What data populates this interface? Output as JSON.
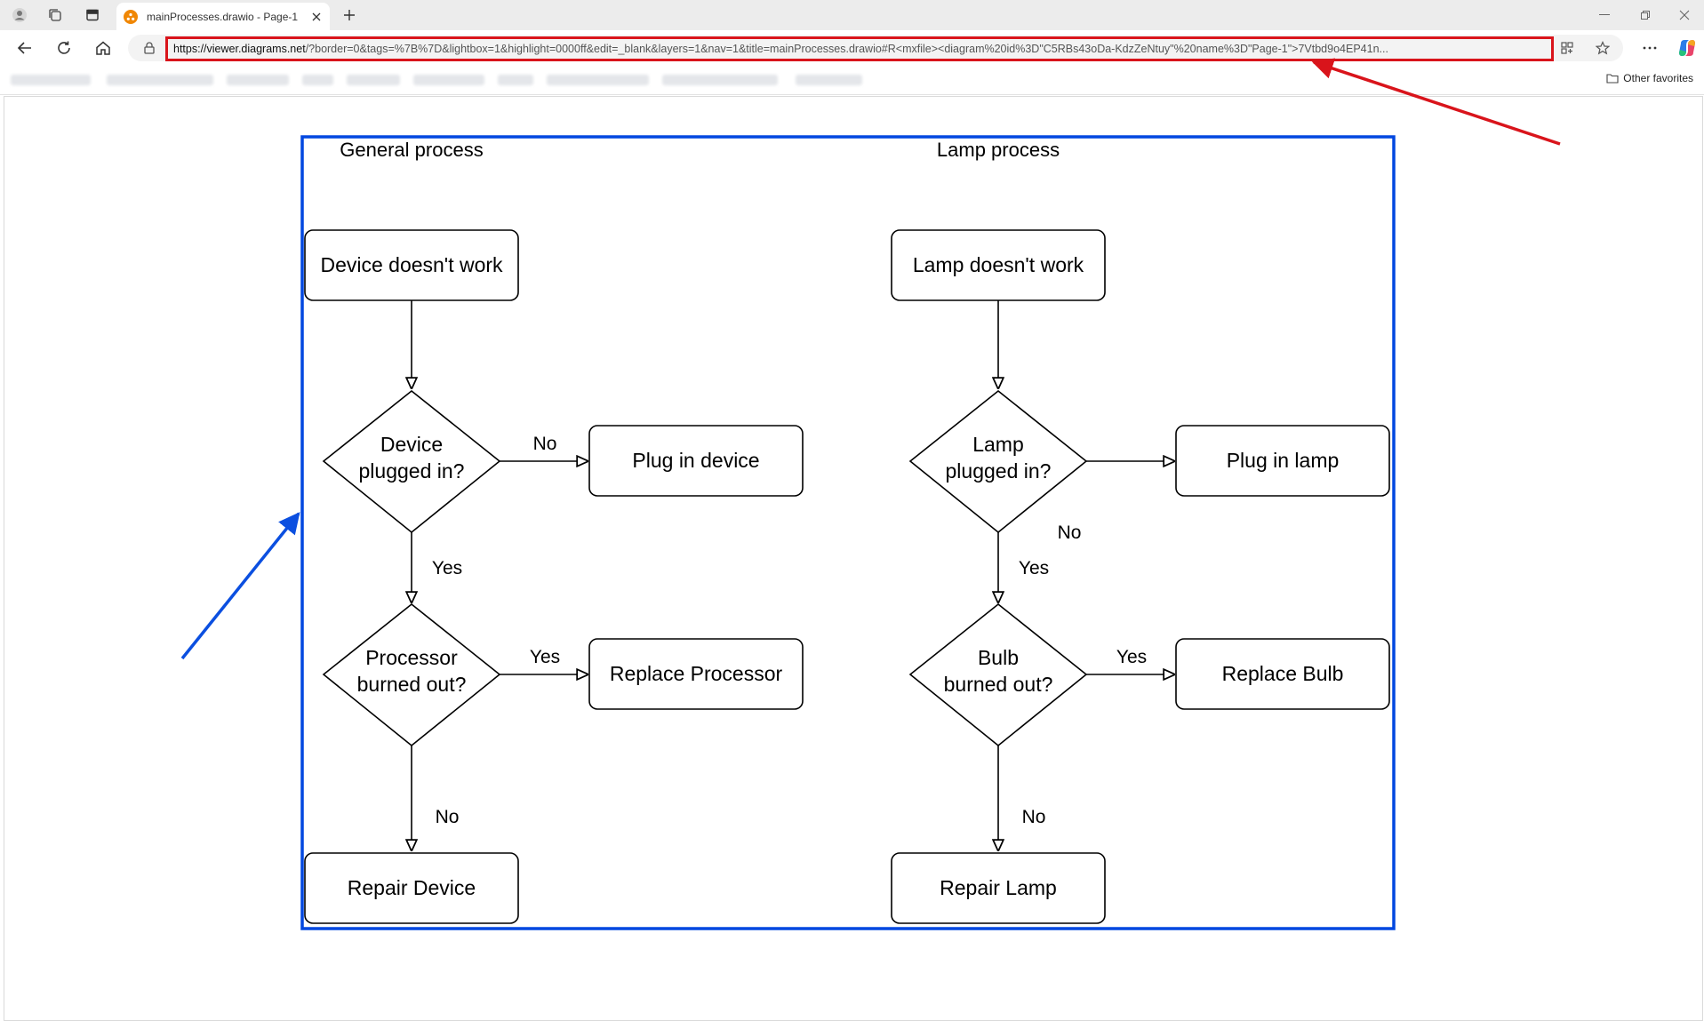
{
  "browser": {
    "tab_title": "mainProcesses.drawio - Page-1",
    "url_domain": "https://viewer.diagrams.net",
    "url_rest": "/?border=0&tags=%7B%7D&lightbox=1&highlight=0000ff&edit=_blank&layers=1&nav=1&title=mainProcesses.drawio#R<mxfile><diagram%20id%3D\"C5RBs43oDa-KdzZeNtuy\"%20name%3D\"Page-1\">7Vtbd9o4EP41n...",
    "other_favorites": "Other favorites"
  },
  "diagram": {
    "general": {
      "title": "General process",
      "start": "Device doesn't work",
      "decision1": "Device\nplugged in?",
      "action1": "Plug in device",
      "decision2": "Processor\nburned out?",
      "action2": "Replace Processor",
      "end": "Repair Device",
      "label_no1": "No",
      "label_yes1": "Yes",
      "label_yes2": "Yes",
      "label_no2": "No"
    },
    "lamp": {
      "title": "Lamp process",
      "start": "Lamp doesn't work",
      "decision1": "Lamp\nplugged in?",
      "action1": "Plug in lamp",
      "decision2": "Bulb\nburned out?",
      "action2": "Replace Bulb",
      "end": "Repair Lamp",
      "label_no1": "No",
      "label_yes1": "Yes",
      "label_yes2": "Yes",
      "label_no2": "No"
    }
  },
  "colors": {
    "highlight_border": "#0047e0",
    "annotation_red": "#d9141b",
    "annotation_blue": "#0b4fe0"
  }
}
